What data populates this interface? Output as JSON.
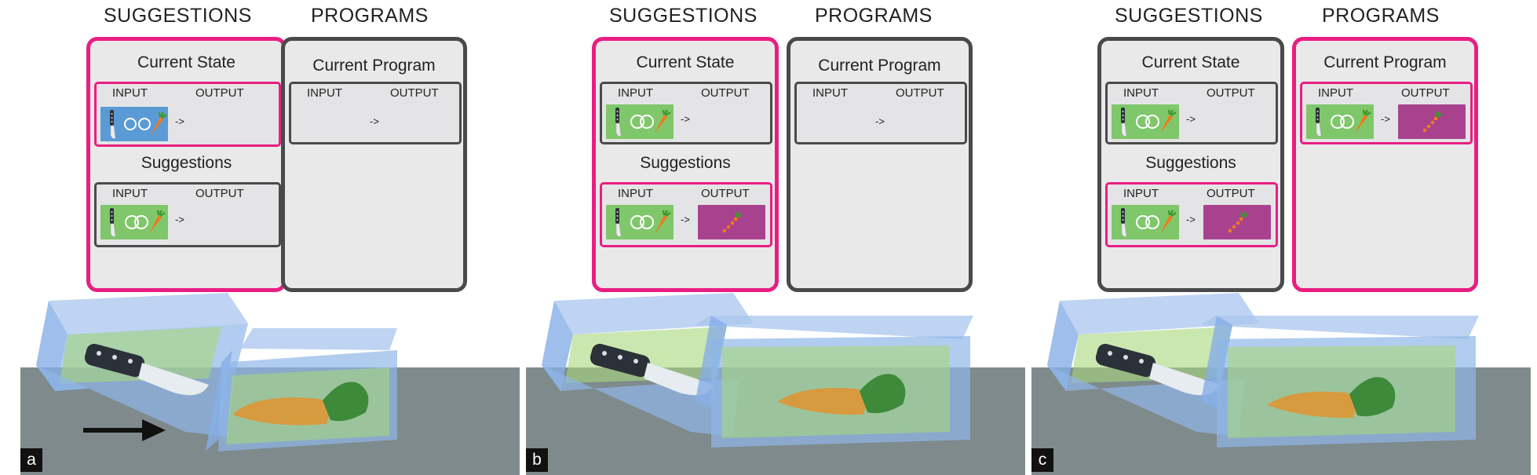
{
  "headings": {
    "suggestions": "SUGGESTIONS",
    "programs": "PROGRAMS"
  },
  "current_state_title": "Current State",
  "suggestions_title": "Suggestions",
  "current_program_title": "Current Program",
  "input_label": "INPUT",
  "output_label": "OUTPUT",
  "arrow": "->",
  "panels": [
    {
      "tag": "a",
      "highlight": "suggestions",
      "program_box_highlight": false
    },
    {
      "tag": "b",
      "highlight": "suggestion-item",
      "program_box_highlight": false
    },
    {
      "tag": "c",
      "highlight": "program",
      "program_box_highlight": true
    }
  ],
  "colors": {
    "highlight": "#e91e82",
    "dark_border": "#4a4a4a",
    "input_blue": "#5b9bd5",
    "input_green": "#7fc76a",
    "output_purple": "#a8428f",
    "table_gray": "#7f8a8c",
    "box_blue": "#8fb6e8",
    "box_green": "#a6d77c"
  },
  "icons": [
    "knife-icon",
    "rings-icon",
    "carrot-icon",
    "chopped-carrot-icon",
    "right-arrow-icon"
  ]
}
